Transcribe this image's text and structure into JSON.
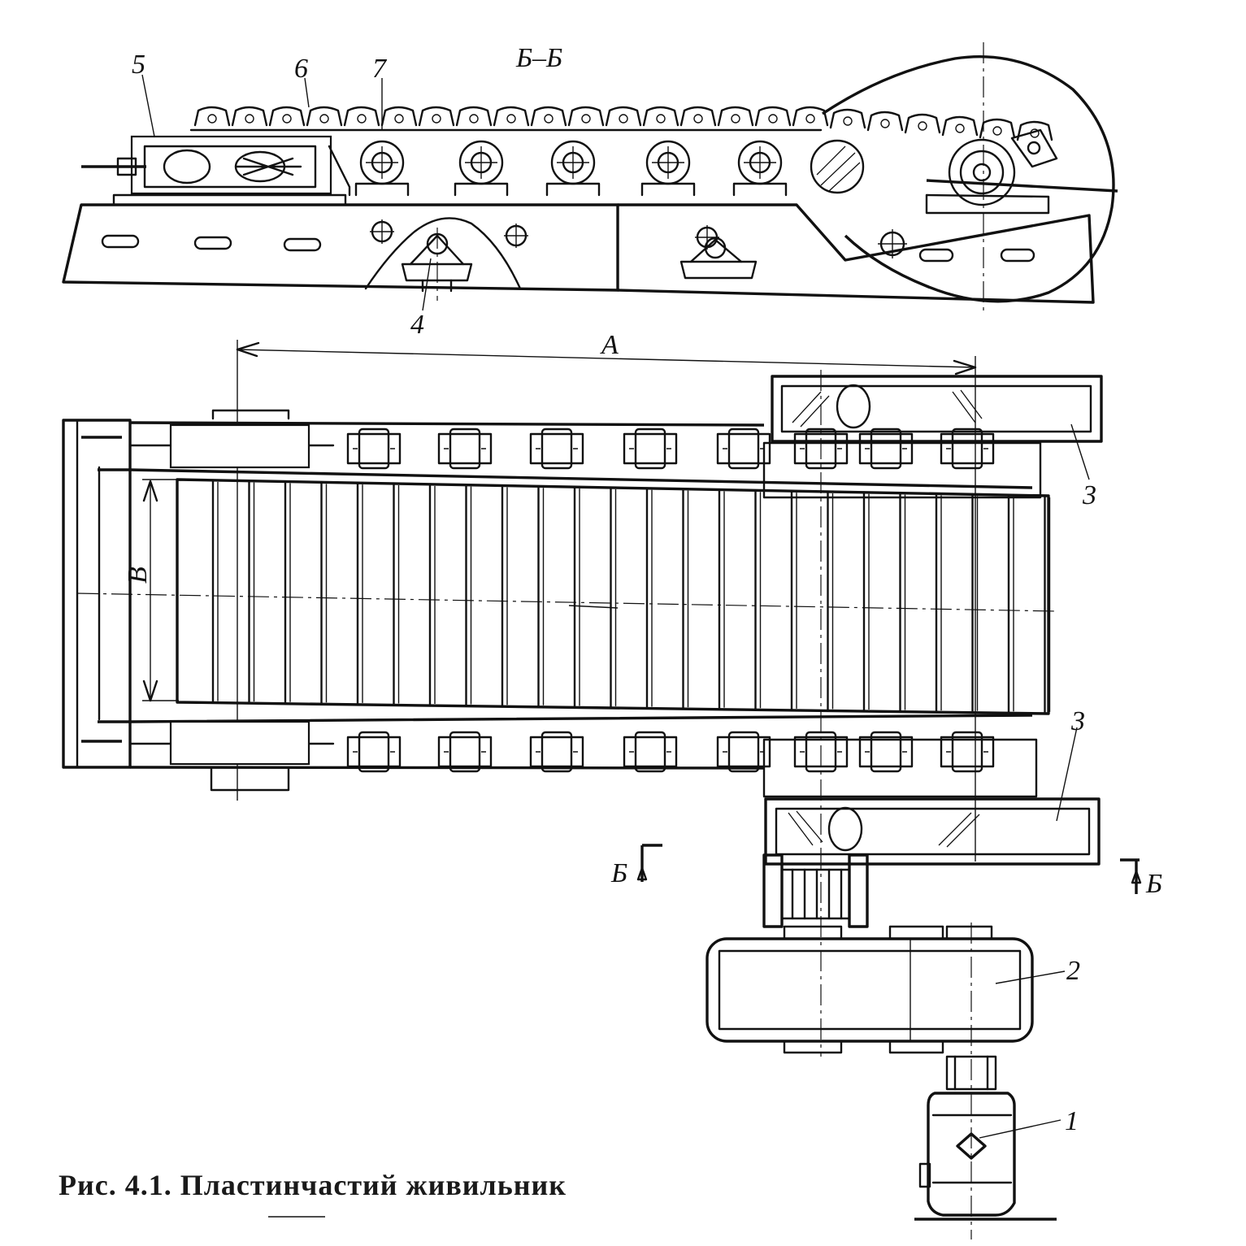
{
  "caption": "Рис. 4.1. Пластинчастий живильник",
  "labels": {
    "section_title": "Б–Б",
    "dim_a": "А",
    "dim_b": "В",
    "section_left": "Б",
    "section_right": "Б",
    "n1": "1",
    "n2": "2",
    "n3_top": "3",
    "n3_bottom": "3",
    "n4": "4",
    "n5": "5",
    "n6": "6",
    "n7": "7"
  }
}
